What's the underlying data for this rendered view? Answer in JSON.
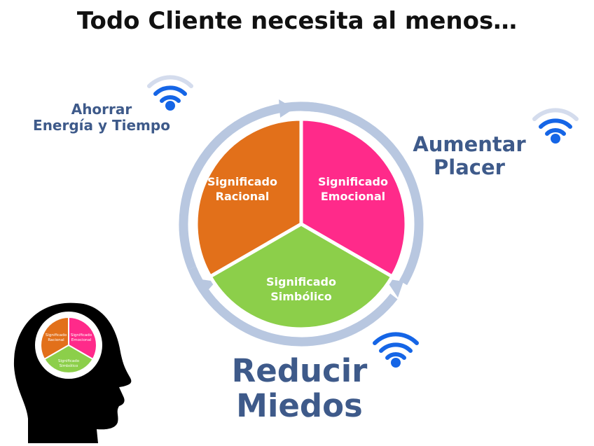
{
  "title": "Todo Cliente necesita al menos…",
  "labels": {
    "ahorrar": [
      "Ahorrar",
      "Energía y Tiempo"
    ],
    "placer": [
      "Aumentar",
      "Placer"
    ],
    "miedos": [
      "Reducir",
      "Miedos"
    ]
  },
  "segments": {
    "racional": [
      "Significado",
      "Racional"
    ],
    "emocional": [
      "Significado",
      "Emocional"
    ],
    "simbolico": [
      "Significado",
      "Simbólico"
    ]
  },
  "colors": {
    "racional": "#e2701a",
    "emocional": "#ff2a8a",
    "simbolico": "#8ccf4a",
    "ring": "#b8c7e0",
    "label_text": "#3e5a8a",
    "wifi": "#1565e6"
  },
  "icons": [
    "wifi-icon",
    "head-silhouette-icon"
  ]
}
